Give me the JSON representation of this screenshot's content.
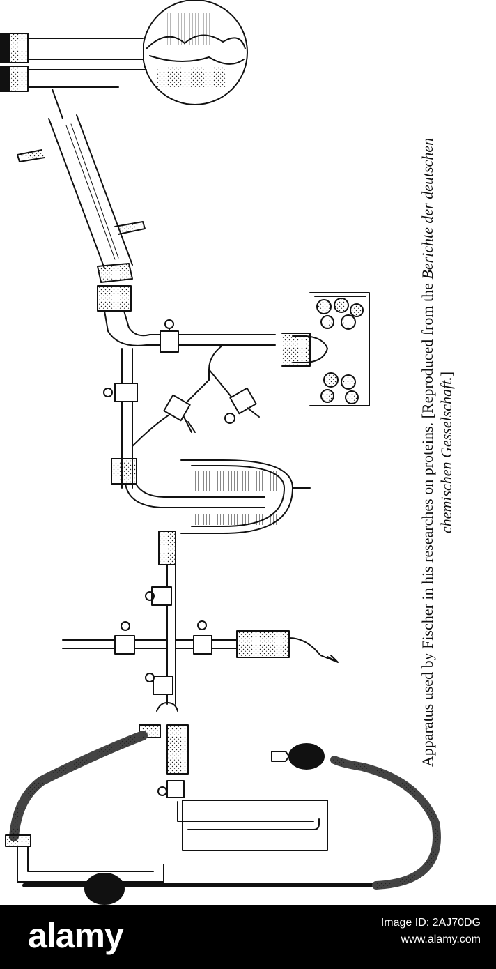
{
  "caption": {
    "line1": "Apparatus used by Fischer in his researches on proteins. [Reproduced from the ",
    "line1_italic": "Berichte der deutschen",
    "line2_italic": "chemischen Gesselschaft.",
    "line2_end": "]"
  },
  "watermark": {
    "logo": "alamy",
    "image_id": "Image ID: 2AJ70DG",
    "site": "www.alamy.com"
  },
  "colors": {
    "ink": "#111111",
    "paper": "#ffffff",
    "watermark_bar": "#000000"
  }
}
